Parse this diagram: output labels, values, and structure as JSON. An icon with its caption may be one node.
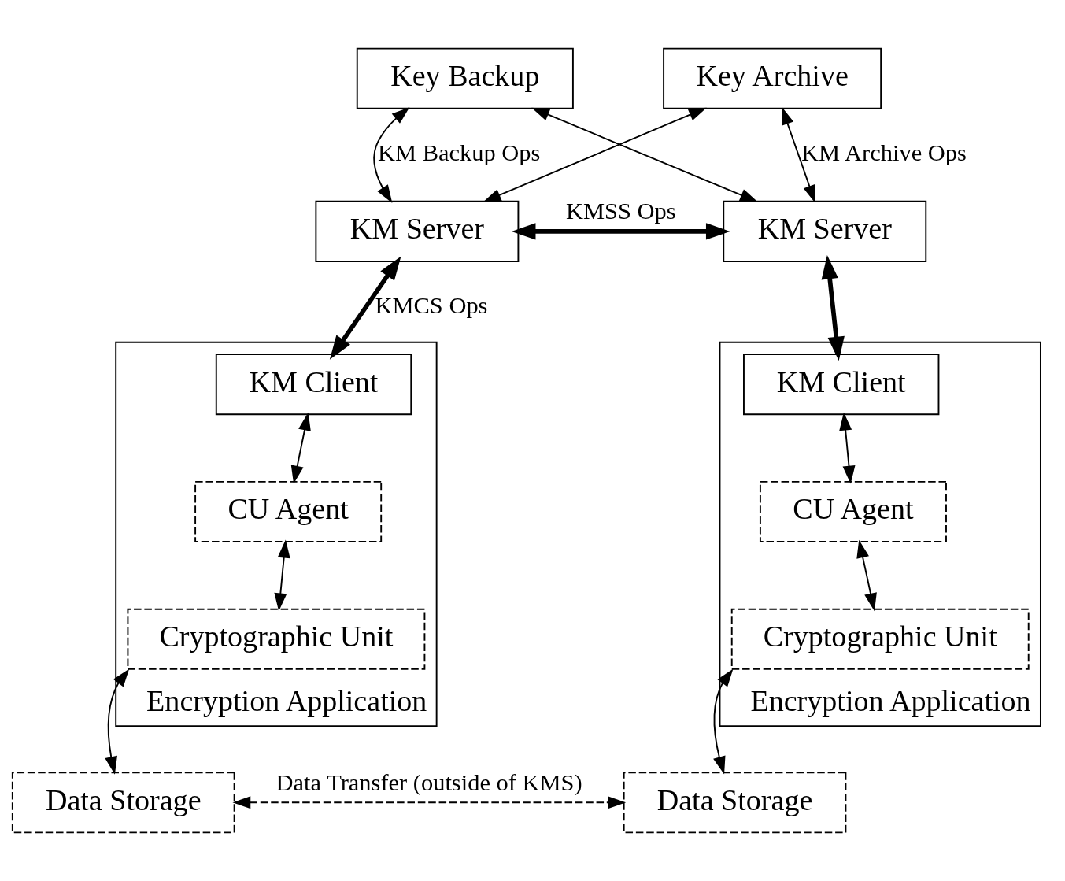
{
  "diagram": {
    "nodes": [
      {
        "text": [
          "Key Backup"
        ]
      },
      {
        "text": [
          "Key Archive"
        ]
      },
      {
        "text": [
          "KM Server"
        ]
      },
      {
        "text": [
          "KM Server"
        ]
      },
      {
        "text": [
          "Encryption Application"
        ]
      },
      {
        "text": [
          "KM Client"
        ],
        "in": 4
      },
      {
        "text": [
          "CU Agent"
        ],
        "in": 4
      },
      {
        "text": [
          "Cryptographic Unit"
        ],
        "in": 4
      },
      {
        "text": [
          "Encryption Application"
        ]
      },
      {
        "text": [
          "KM Client"
        ],
        "in": 8
      },
      {
        "text": [
          "CU Agent"
        ],
        "in": 8
      },
      {
        "text": [
          "Cryptographic Unit"
        ],
        "in": 8
      },
      {
        "text": [
          "Data Storage"
        ]
      },
      {
        "text": [
          "Data Storage"
        ]
      }
    ],
    "edges": [
      {
        "from": 0,
        "to": 2,
        "arrow": "both",
        "label": "KM Backup Ops"
      },
      {
        "from": 0,
        "to": 3,
        "arrow": "both"
      },
      {
        "from": 1,
        "to": 2,
        "arrow": "both"
      },
      {
        "from": 1,
        "to": 3,
        "arrow": "both",
        "label": "KM Archive Ops"
      },
      {
        "from": 2,
        "to": 3,
        "arrow": "both",
        "style": "thick",
        "label": "KMSS Ops"
      },
      {
        "from": 2,
        "to": 5,
        "arrow": "both",
        "style": "thick",
        "label": "KMCS Ops"
      },
      {
        "from": 3,
        "to": 9,
        "arrow": "both",
        "style": "thick"
      },
      {
        "from": 5,
        "to": 6,
        "arrow": "both"
      },
      {
        "from": 6,
        "to": 7,
        "arrow": "both"
      },
      {
        "from": 7,
        "to": 12,
        "arrow": "both"
      },
      {
        "from": 9,
        "to": 10,
        "arrow": "both"
      },
      {
        "from": 10,
        "to": 11,
        "arrow": "both"
      },
      {
        "from": 11,
        "to": 13,
        "arrow": "both"
      },
      {
        "from": 12,
        "to": 13,
        "arrow": "both",
        "style": "dashed",
        "label": "Data Transfer (outside of KMS)"
      }
    ]
  }
}
